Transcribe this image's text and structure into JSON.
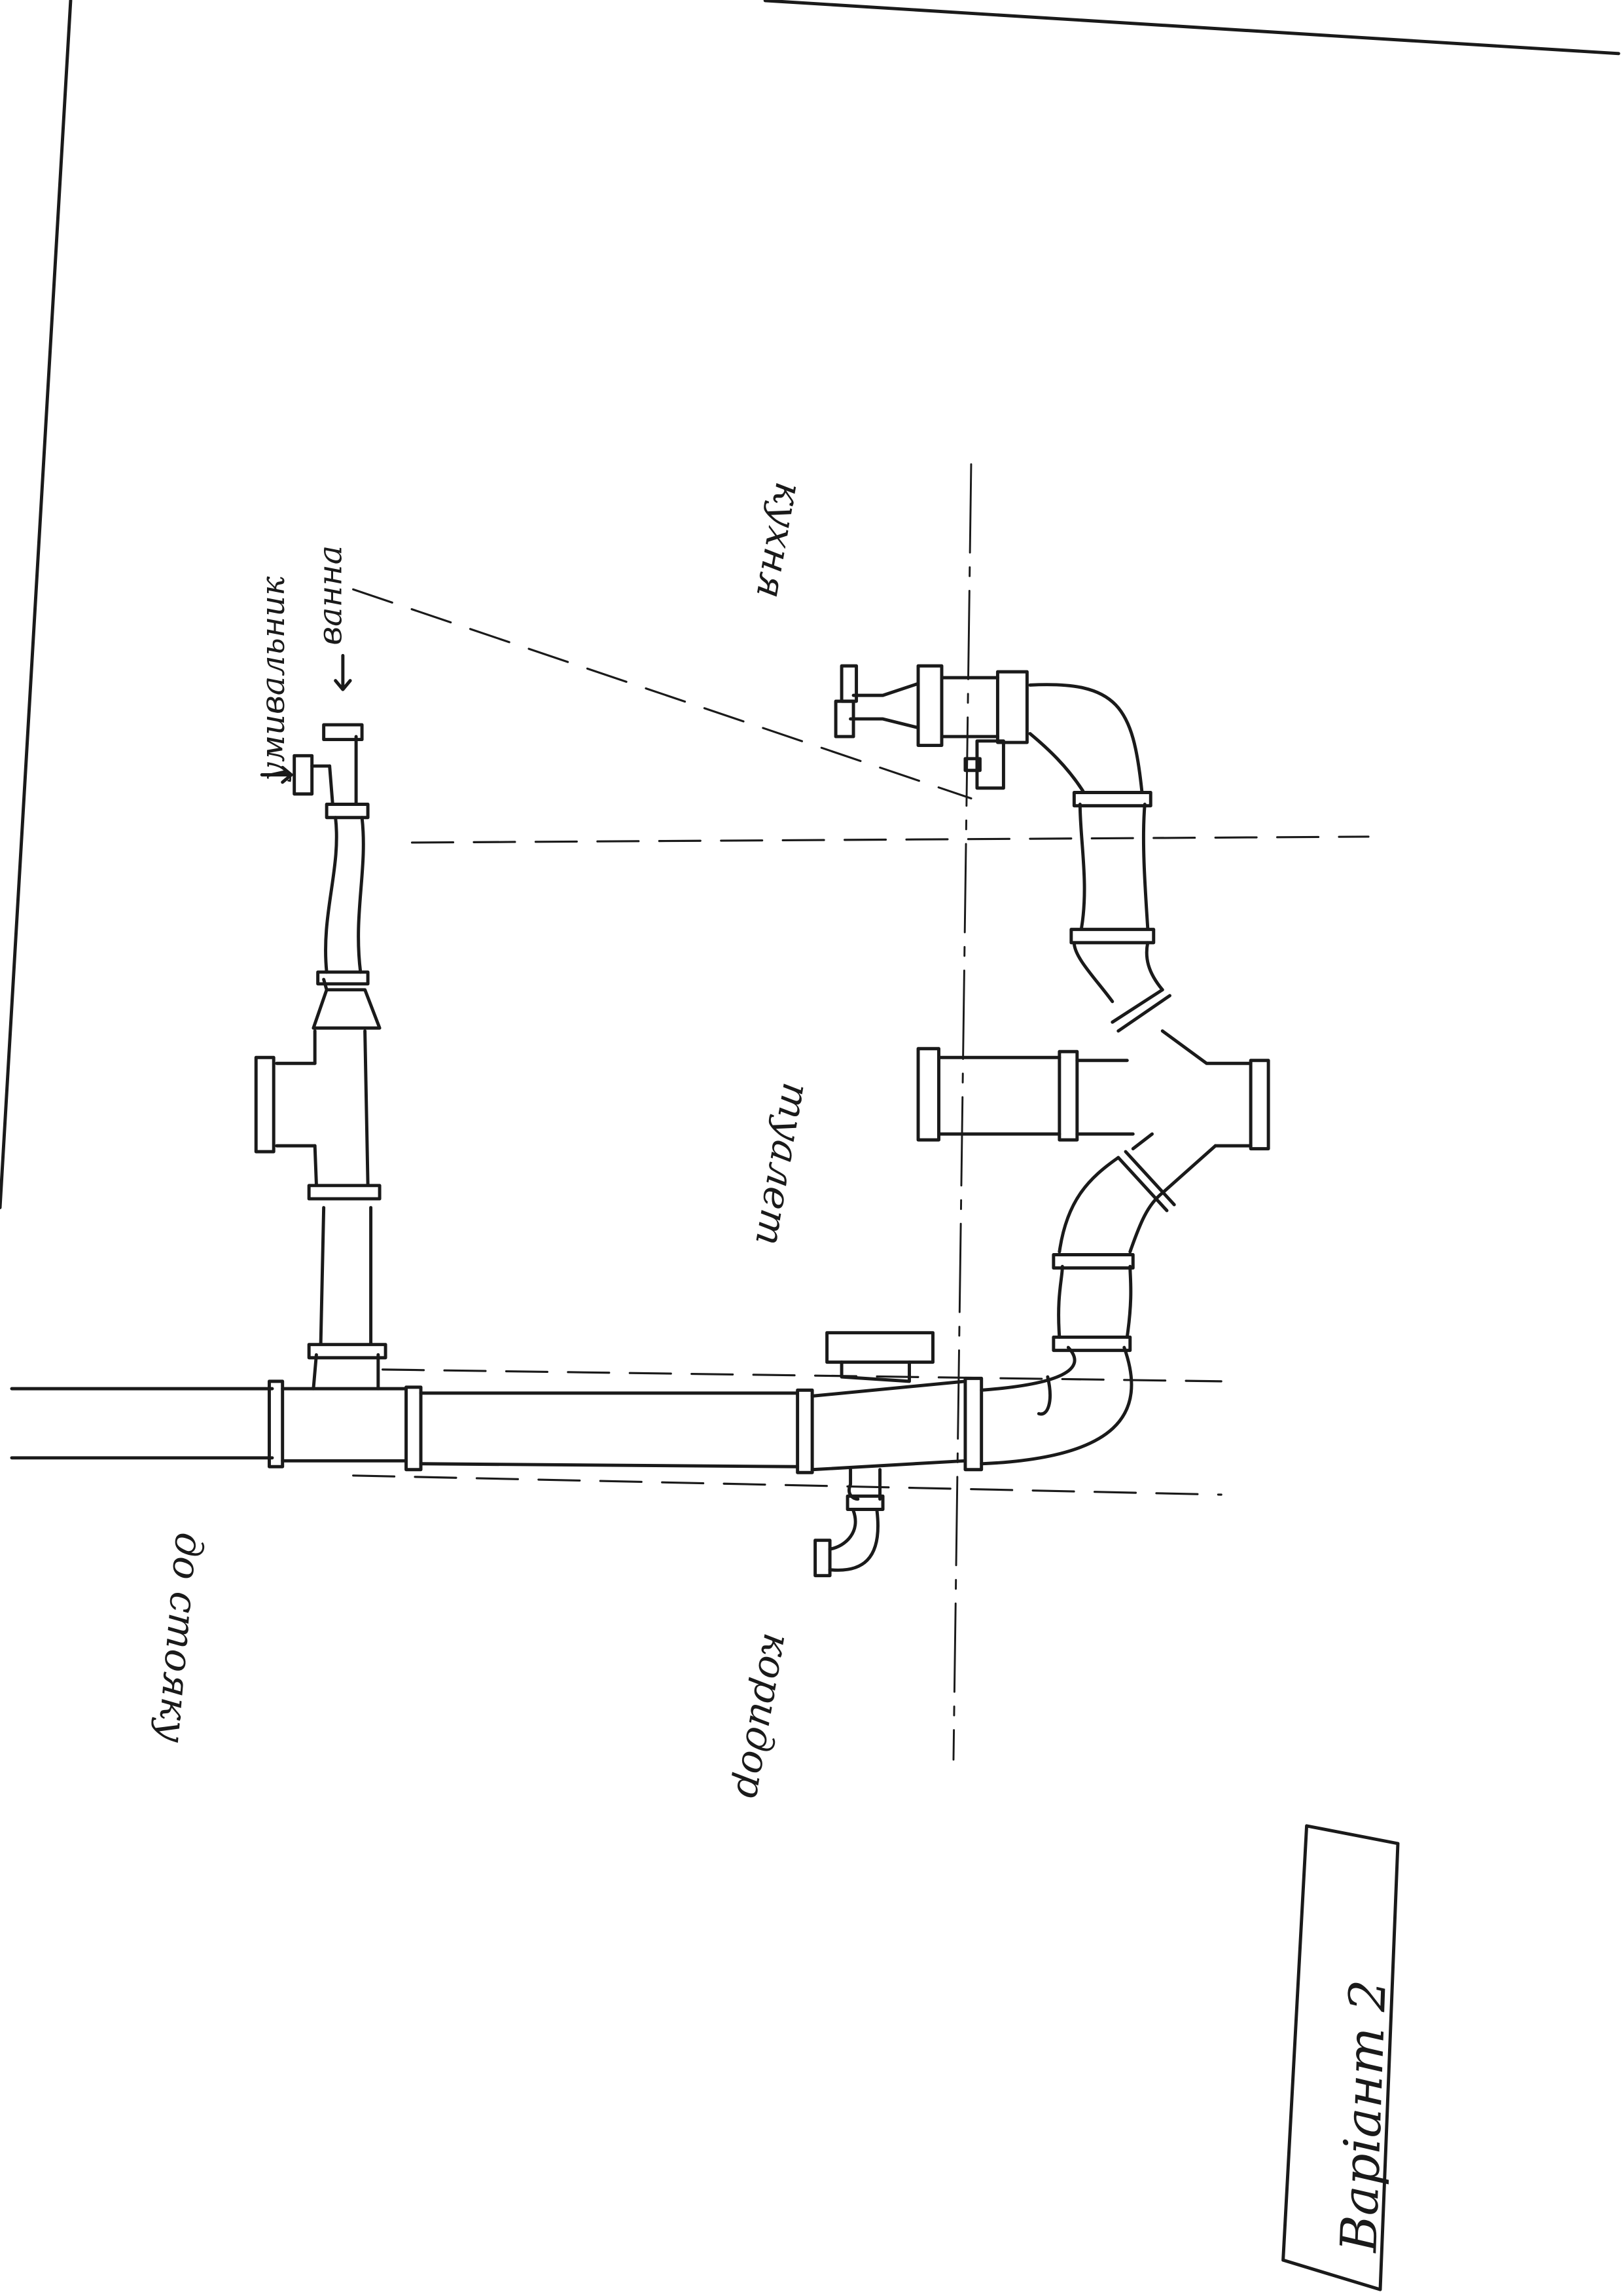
{
  "labels": {
    "washbasin": "умивальник",
    "bath": "ванна",
    "kitchen": "кухня",
    "bathroom": "туалет",
    "corridor": "коридор",
    "riser": "до стояку",
    "variant": "Варіант 2"
  },
  "colors": {
    "ink": "#1a1a1a",
    "paper": "#ffffff"
  }
}
